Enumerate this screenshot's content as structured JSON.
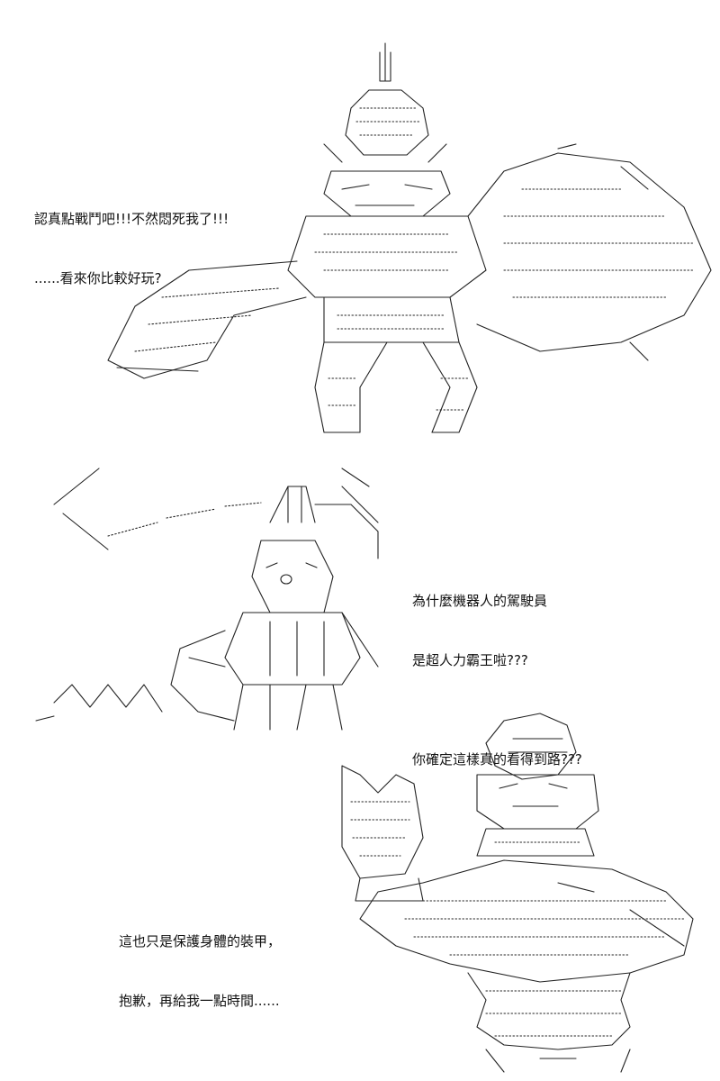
{
  "panels": [
    {
      "caption_lines": [
        "認真點戰鬥吧!!!不然悶死我了!!!",
        "......看來你比較好玩?"
      ],
      "figure_icon": "robot-figure-ascii-art"
    },
    {
      "caption_lines": [
        "為什麼機器人的駕駛員",
        "是超人力霸王啦???",
        "",
        "你確定這樣真的看得到路???"
      ],
      "figure_icon": "ultraman-figure-ascii-art"
    },
    {
      "caption_lines": [
        "這也只是保護身體的裝甲，",
        "抱歉，再給我一點時間......"
      ],
      "figure_icon": "armored-figure-ascii-art"
    }
  ]
}
